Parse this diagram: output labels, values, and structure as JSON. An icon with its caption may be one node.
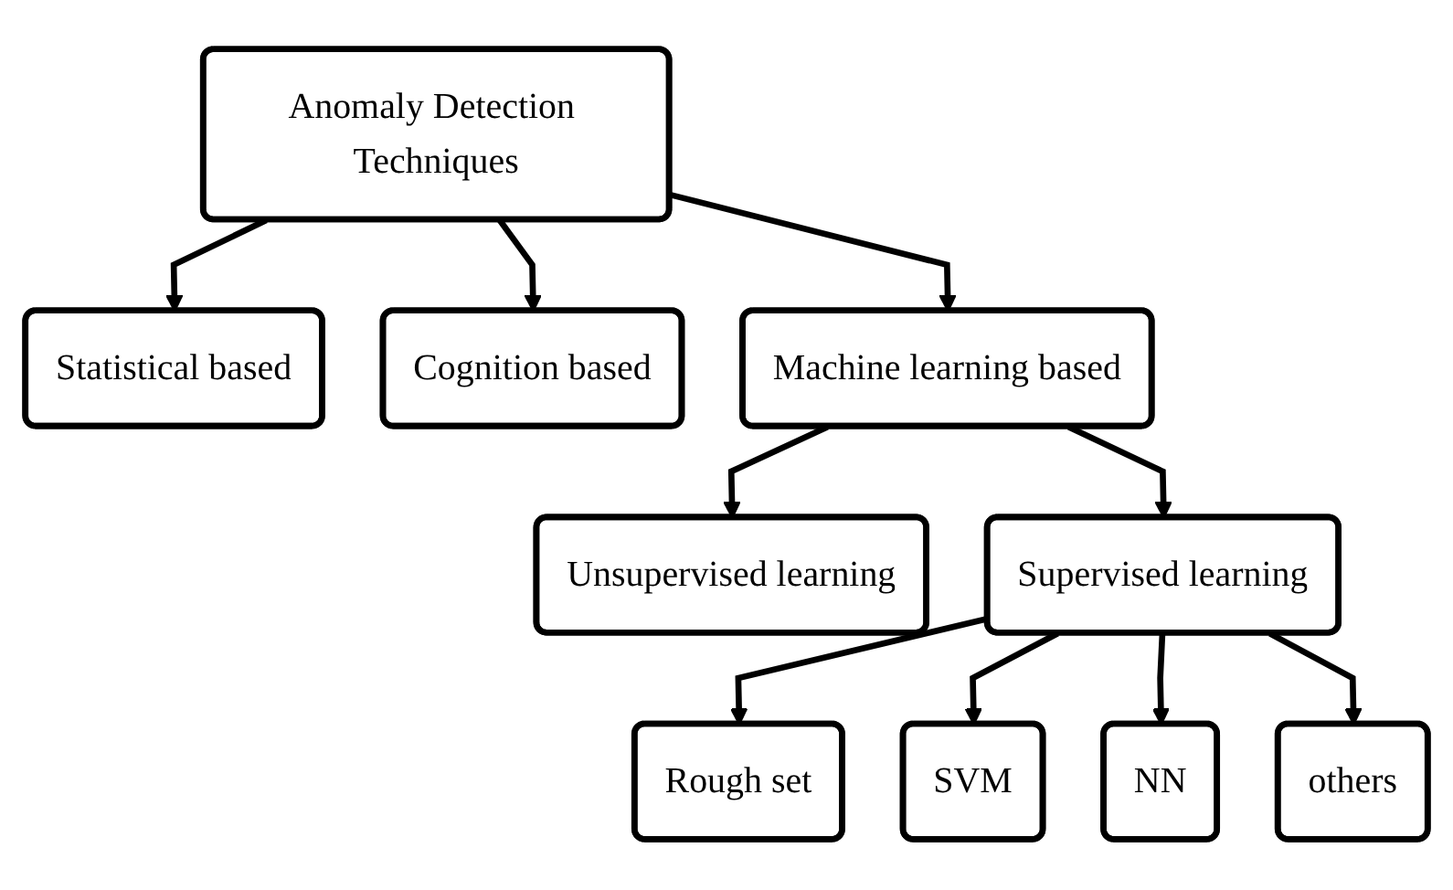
{
  "diagram": {
    "nodes": [
      {
        "text": [
          "Anomaly Detection Techniques"
        ]
      },
      {
        "text": [
          "Statistical based"
        ]
      },
      {
        "text": [
          "Cognition based"
        ]
      },
      {
        "text": [
          "Machine learning based"
        ]
      },
      {
        "text": [
          "Unsupervised learning"
        ]
      },
      {
        "text": [
          "Supervised learning"
        ]
      },
      {
        "text": [
          "Rough set"
        ]
      },
      {
        "text": [
          "SVM"
        ]
      },
      {
        "text": [
          "NN"
        ]
      },
      {
        "text": [
          "others"
        ]
      }
    ],
    "edges": [
      {
        "from": 0,
        "to": 1,
        "arrow": "to"
      },
      {
        "from": 0,
        "to": 2,
        "arrow": "to"
      },
      {
        "from": 0,
        "to": 3,
        "arrow": "to"
      },
      {
        "from": 3,
        "to": 4,
        "arrow": "to"
      },
      {
        "from": 3,
        "to": 5,
        "arrow": "to"
      },
      {
        "from": 5,
        "to": 6,
        "arrow": "to"
      },
      {
        "from": 5,
        "to": 7,
        "arrow": "to"
      },
      {
        "from": 5,
        "to": 8,
        "arrow": "to"
      },
      {
        "from": 5,
        "to": 9,
        "arrow": "to"
      }
    ]
  }
}
